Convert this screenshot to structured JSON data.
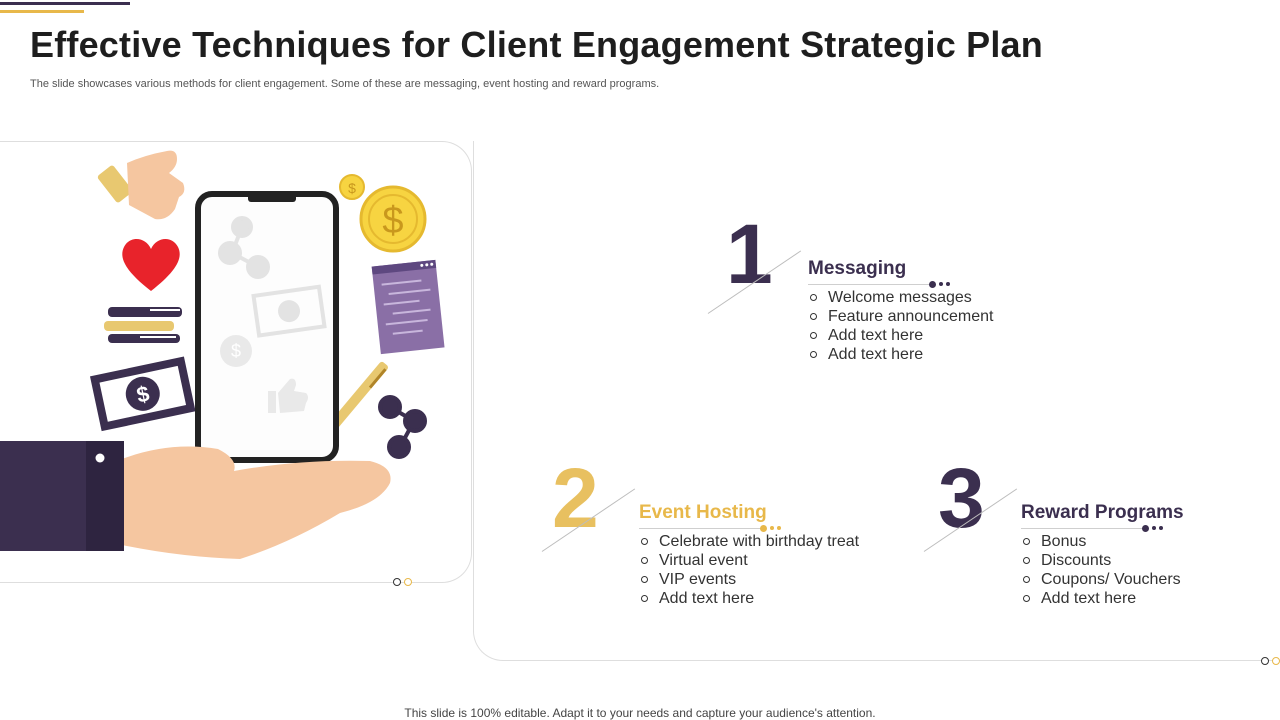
{
  "slide": {
    "title": "Effective Techniques for Client Engagement Strategic Plan",
    "subtitle": "The slide showcases various methods for client engagement. Some of these are messaging, event hosting and reward programs.",
    "footer": "This slide is 100% editable. Adapt it to your needs and capture your audience's attention."
  },
  "colors": {
    "dark": "#3b2f4f",
    "gold": "#e8b84a",
    "skin": "#f5c6a0",
    "coin": "#f7d441",
    "heart": "#e8232b",
    "purple": "#8a6fa6"
  },
  "illustration": {
    "icons": [
      "thumbs-up-icon",
      "heart-icon",
      "books-icon",
      "banknote-icon",
      "coin-icon",
      "document-icon",
      "pen-icon",
      "share-icon",
      "smartphone-icon",
      "hand-icon"
    ],
    "currency_symbol": "$"
  },
  "sections": [
    {
      "number": "1",
      "heading": "Messaging",
      "items": [
        "Welcome messages",
        "Feature announcement",
        "Add text here",
        "Add text here"
      ]
    },
    {
      "number": "2",
      "heading": "Event Hosting",
      "items": [
        "Celebrate with birthday treat",
        "Virtual event",
        "VIP events",
        "Add text here"
      ]
    },
    {
      "number": "3",
      "heading": "Reward Programs",
      "items": [
        "Bonus",
        "Discounts",
        "Coupons/ Vouchers",
        "Add text here"
      ]
    }
  ]
}
